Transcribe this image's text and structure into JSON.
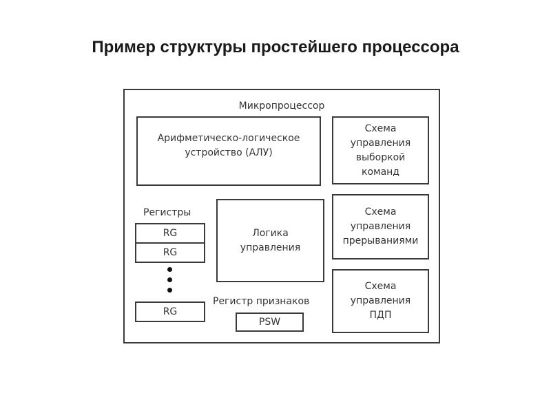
{
  "title": "Пример структуры простейшего процессора",
  "diagram": {
    "title": "Микропроцессор",
    "alu": "Арифметическо-логическое\nустройство (АЛУ)",
    "fetch_control": "Схема\nуправления\nвыборкой\nкоманд",
    "control_logic": "Логика\nуправления",
    "interrupt_control": "Схема\nуправления\nпрерываниями",
    "dma_control": "Схема\nуправления\nПДП",
    "registers_label": "Регистры",
    "registers": [
      "RG",
      "RG",
      "RG"
    ],
    "flags_label": "Регистр признаков",
    "flags_register": "PSW"
  }
}
